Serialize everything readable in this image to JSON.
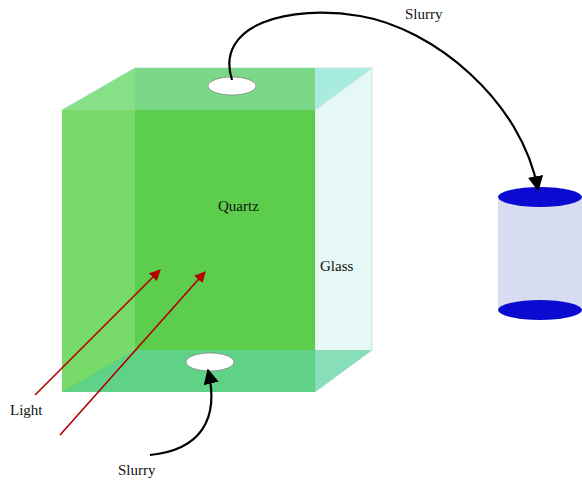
{
  "diagram": {
    "nodes": [
      {
        "text": [
          "Glass"
        ]
      },
      {
        "text": [
          "Quartz"
        ],
        "in": 0
      }
    ],
    "labels": [
      "Slurry",
      "Light",
      "Slurry"
    ]
  }
}
